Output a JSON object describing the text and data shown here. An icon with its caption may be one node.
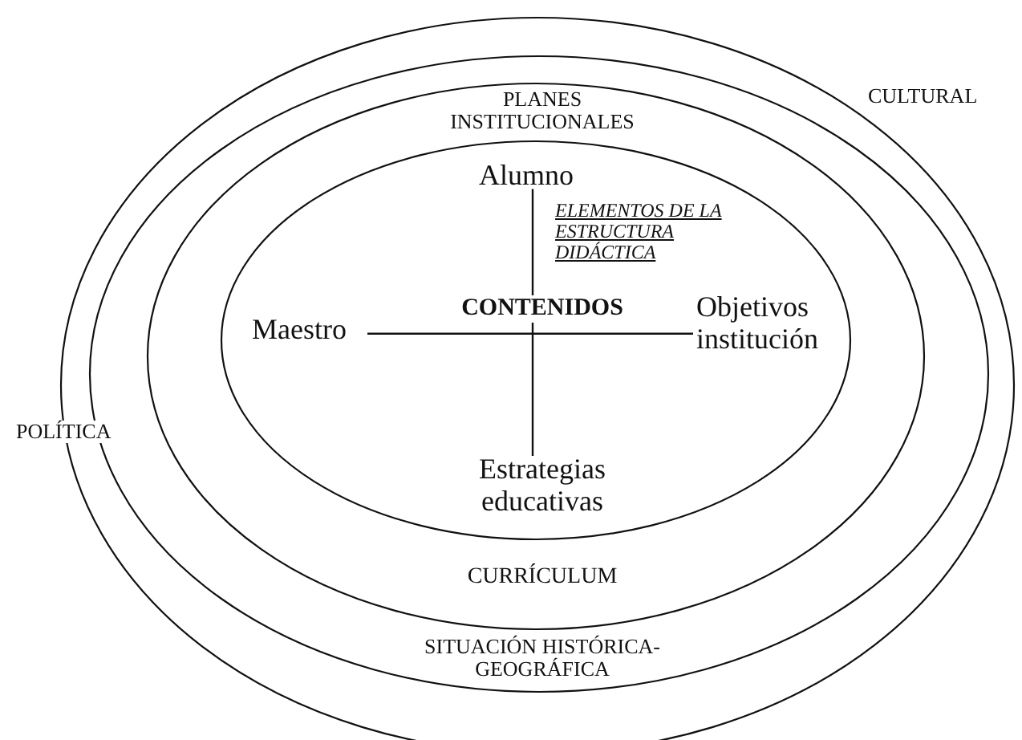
{
  "diagram": {
    "nodes": [
      {
        "text": [
          "CULTURAL",
          "POLÍTICA"
        ]
      },
      {
        "text": [
          "SITUACIÓN HISTÓRICA-GEOGRÁFICA"
        ],
        "in": 0
      },
      {
        "text": [
          "PLANES INSTITUCIONALES",
          "CURRÍCULUM"
        ],
        "in": 1
      },
      {
        "text": [
          "ELEMENTOS DE LA ESTRUCTURA DIDÁCTICA"
        ],
        "in": 2
      },
      {
        "text": [
          "Alumno"
        ],
        "in": 3
      },
      {
        "text": [
          "Maestro"
        ],
        "in": 3
      },
      {
        "text": [
          "Objetivos institución"
        ],
        "in": 3
      },
      {
        "text": [
          "Estrategias educativas"
        ],
        "in": 3
      }
    ],
    "edges": [
      {
        "from": 5,
        "to": 6,
        "arrow": "none"
      },
      {
        "from": 4,
        "to": 7,
        "arrow": "none"
      }
    ],
    "labels": [
      "CONTENIDOS"
    ]
  }
}
